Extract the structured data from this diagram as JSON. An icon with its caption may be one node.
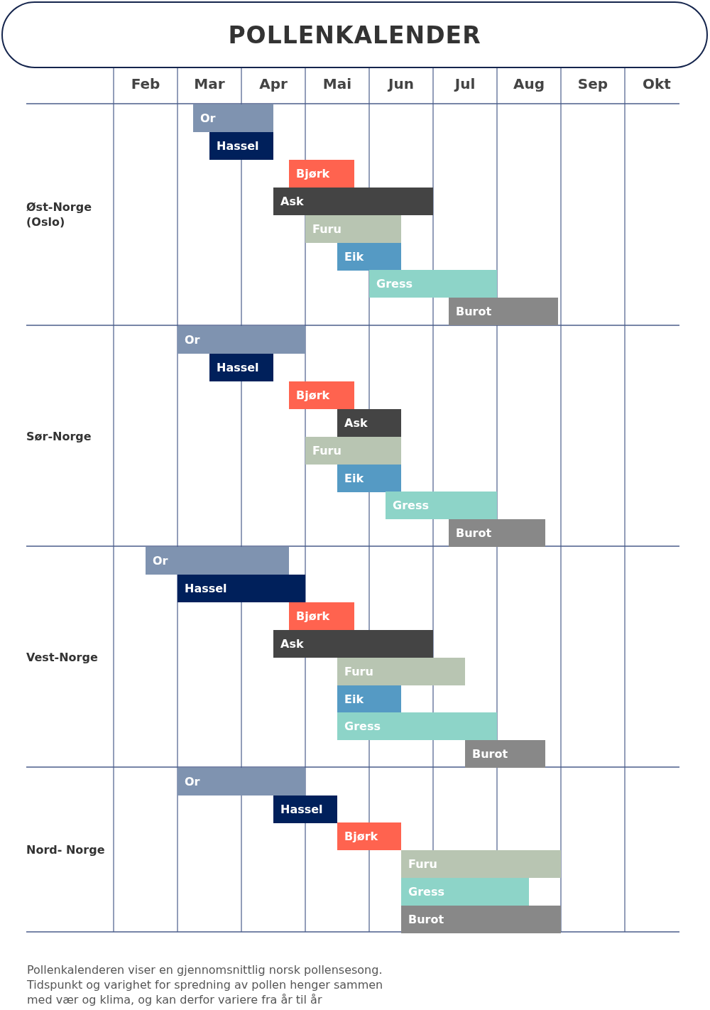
{
  "diagram": {
    "title": "POLLENKALENDER",
    "nodes": [
      {
        "text": [
          "Or"
        ]
      },
      {
        "text": [
          "Hassel"
        ]
      },
      {
        "text": [
          "Bjørk"
        ]
      },
      {
        "text": [
          "Ask"
        ]
      },
      {
        "text": [
          "Furu"
        ]
      },
      {
        "text": [
          "Eik"
        ]
      },
      {
        "text": [
          "Gress"
        ]
      },
      {
        "text": [
          "Burot"
        ]
      },
      {
        "text": [
          "Or"
        ]
      },
      {
        "text": [
          "Hassel"
        ]
      },
      {
        "text": [
          "Bjørk"
        ]
      },
      {
        "text": [
          "Ask"
        ]
      },
      {
        "text": [
          "Furu"
        ]
      },
      {
        "text": [
          "Eik"
        ]
      },
      {
        "text": [
          "Gress"
        ]
      },
      {
        "text": [
          "Burot"
        ]
      },
      {
        "text": [
          "Or"
        ]
      },
      {
        "text": [
          "Hassel"
        ]
      },
      {
        "text": [
          "Bjørk"
        ]
      },
      {
        "text": [
          "Ask"
        ]
      },
      {
        "text": [
          "Furu"
        ]
      },
      {
        "text": [
          "Eik"
        ]
      },
      {
        "text": [
          "Gress"
        ]
      },
      {
        "text": [
          "Burot"
        ]
      },
      {
        "text": [
          "Or"
        ]
      },
      {
        "text": [
          "Hassel"
        ]
      },
      {
        "text": [
          "Bjørk"
        ]
      },
      {
        "text": [
          "Furu"
        ]
      },
      {
        "text": [
          "Gress"
        ]
      },
      {
        "text": [
          "Burot"
        ]
      }
    ],
    "labels": [
      "Feb",
      "Mar",
      "Apr",
      "Mai",
      "Jun",
      "Jul",
      "Aug",
      "Sep",
      "Okt",
      "Øst-Norge (Oslo)",
      "Sør-Norge",
      "Vest-Norge",
      "Nord- Norge",
      "Pollenkalenderen viser en gjennomsnittlig norsk pollensesong. Tidspunkt og varighet for spredning av pollen henger sammen med vær og klima, og kan derfor variere fra år til år"
    ]
  }
}
